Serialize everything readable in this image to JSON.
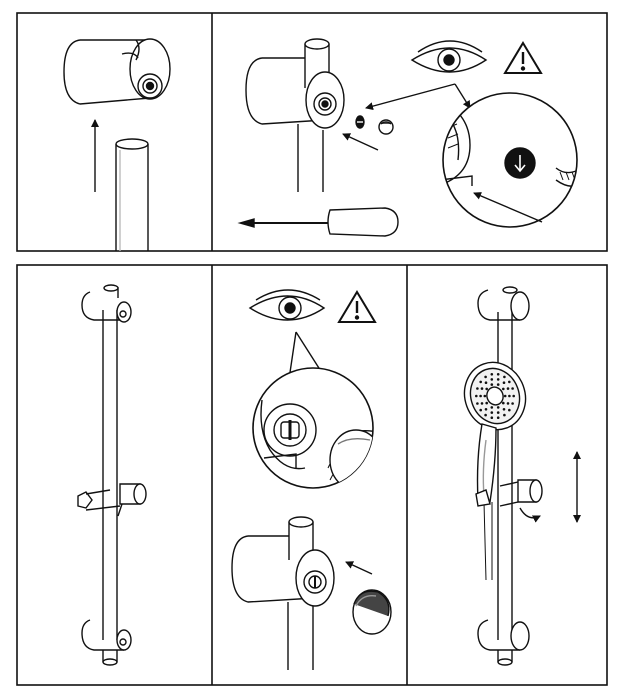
{
  "sheet": {
    "top_row": {
      "panels": [
        {
          "name": "panel-insert-bracket",
          "content": "bracket-onto-rail"
        },
        {
          "name": "panel-fix-screw",
          "content": "screw-and-cap-detail"
        }
      ]
    },
    "bottom_row": {
      "panels": [
        {
          "name": "panel-rail-overview",
          "content": "rail-with-brackets-and-slider"
        },
        {
          "name": "panel-cap-orientation",
          "content": "cap-detail-and-fit"
        },
        {
          "name": "panel-final-use",
          "content": "hand-shower-adjust"
        }
      ]
    },
    "symbols": {
      "eye": "eye-icon",
      "warning": "warning-triangle-icon",
      "screwdriver": "screwdriver-icon",
      "height_adjust": "double-arrow-icon",
      "rotate": "rotate-arrow-icon"
    },
    "colors": {
      "line": "#111111",
      "paper": "#ffffff",
      "shade": "#d9d9d9"
    }
  }
}
